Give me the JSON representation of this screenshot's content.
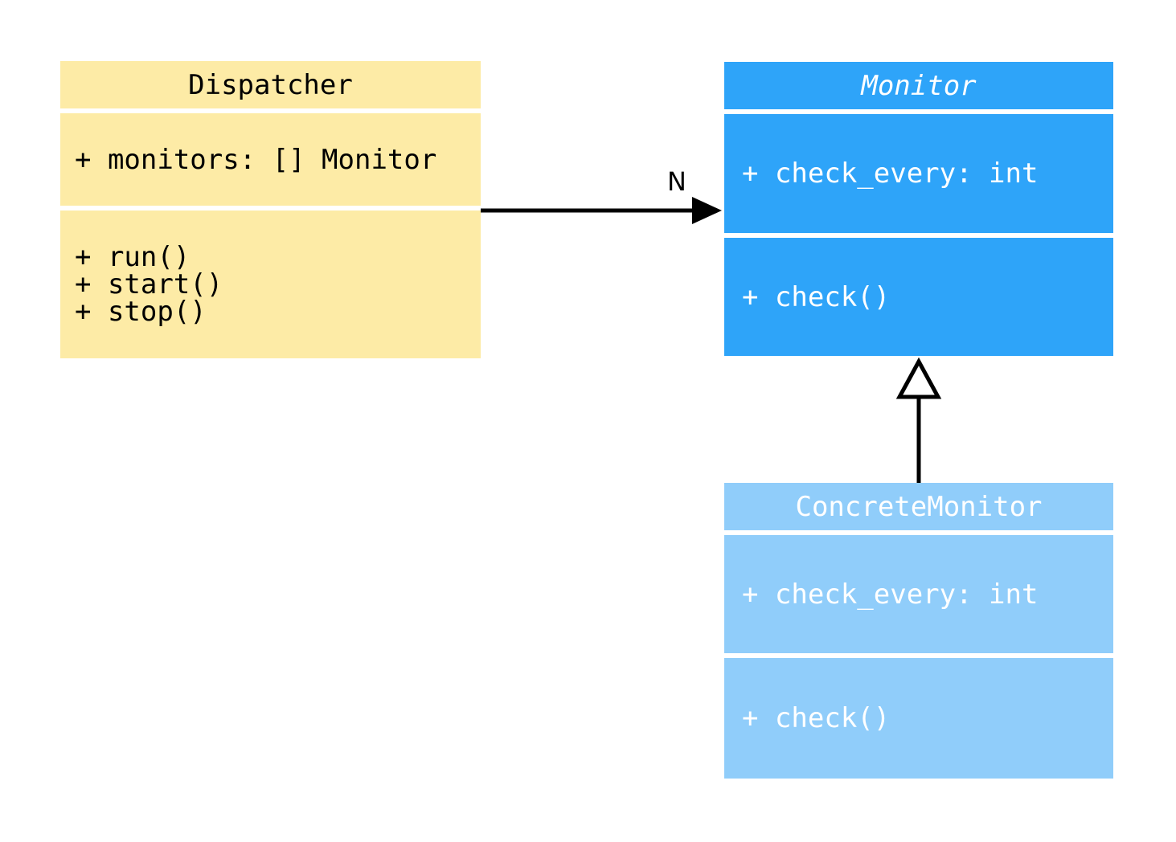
{
  "diagram": {
    "type": "uml-class-diagram",
    "background_color": "#ffffff",
    "classes": [
      {
        "name": "Dispatcher",
        "abstract": false,
        "fill": "#FDEBA6",
        "text_color": "#000000",
        "attributes": [
          "+ monitors: [] Monitor"
        ],
        "methods": [
          "+ run()",
          "+ start()",
          "+ stop()"
        ]
      },
      {
        "name": "Monitor",
        "abstract": true,
        "fill": "#2EA4F9",
        "text_color": "#ffffff",
        "attributes": [
          "+ check_every: int"
        ],
        "methods": [
          "+ check()"
        ]
      },
      {
        "name": "ConcreteMonitor",
        "abstract": false,
        "fill": "#90CDFA",
        "text_color": "#ffffff",
        "attributes": [
          "+ check_every: int"
        ],
        "methods": [
          "+ check()"
        ]
      }
    ],
    "relationships": [
      {
        "type": "association",
        "from": "Dispatcher",
        "to": "Monitor",
        "label": "N",
        "line_color": "#000000"
      },
      {
        "type": "inheritance",
        "from": "ConcreteMonitor",
        "to": "Monitor",
        "label": "",
        "line_color": "#000000"
      }
    ]
  }
}
